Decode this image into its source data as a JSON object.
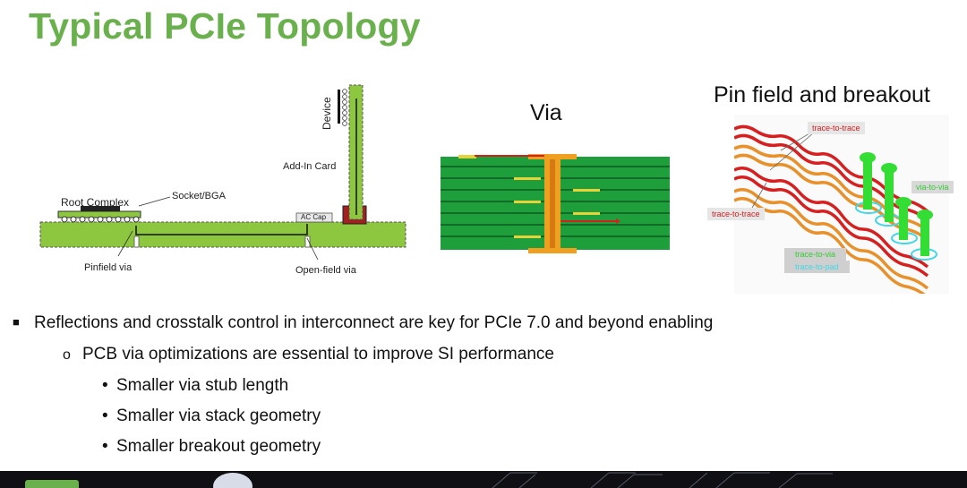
{
  "slide": {
    "title": "Typical PCIe Topology"
  },
  "topology": {
    "device": "Device",
    "add_in_card": "Add-In Card",
    "root_complex": "Root Complex",
    "socket_bga": "Socket/BGA",
    "ac_cap": "AC Cap",
    "pinfield_via": "Pinfield via",
    "open_field_via": "Open-field via"
  },
  "via_panel": {
    "title": "Via"
  },
  "pin_panel": {
    "title": "Pin field and breakout",
    "tag_trace_top": "trace-to-trace",
    "tag_trace_left": "trace-to-trace",
    "tag_via_to_via": "via-to-via",
    "tag_trace_to_via": "trace-to-via",
    "tag_trace_to_pad": "trace-to-pad"
  },
  "bullets": {
    "level1": "Reflections and crosstalk control in interconnect are key for PCIe 7.0 and beyond enabling",
    "level2": "PCB via optimizations are essential to improve SI performance",
    "level3": [
      "Smaller via stub length",
      "Smaller via stack geometry",
      "Smaller breakout geometry"
    ]
  },
  "colors": {
    "title_green": "#6ab04c",
    "board_green": "#8dc63f",
    "via_orange": "#f0a020",
    "via_pcb_green": "#1f9e3c",
    "pin_green": "#33dd33",
    "trace_red": "#d62020",
    "trace_orange": "#e8902a",
    "footer_dark": "#0f0f14"
  }
}
